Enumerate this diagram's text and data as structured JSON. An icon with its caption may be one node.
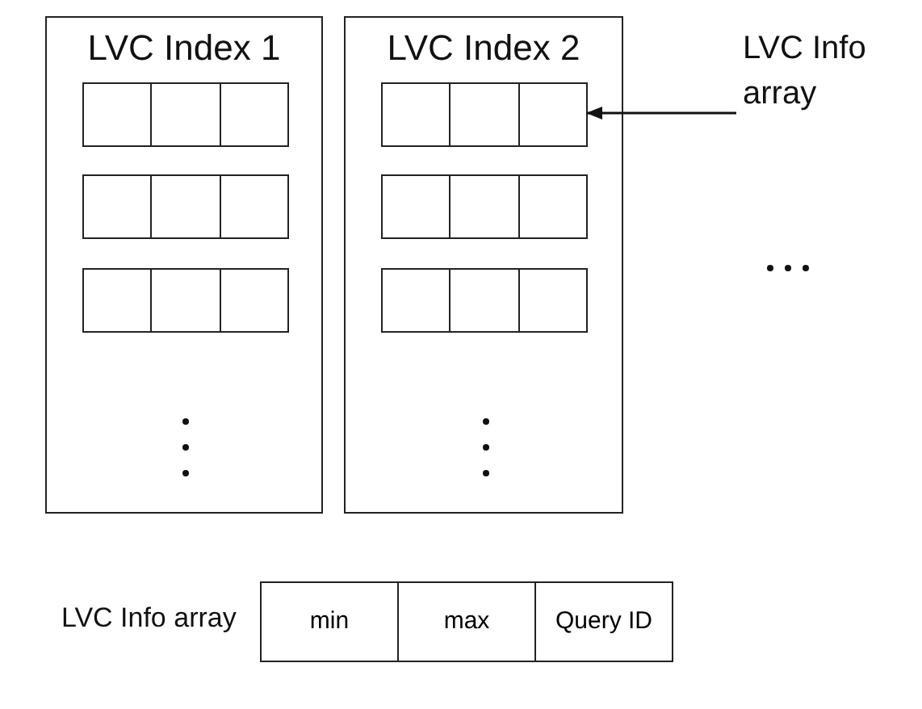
{
  "diagram": {
    "nodes": [
      {
        "text": [
          "LVC Index 1"
        ]
      },
      {
        "text": [],
        "shape": "box",
        "in": 0
      },
      {
        "text": [],
        "shape": "box",
        "in": 0
      },
      {
        "text": [],
        "shape": "box",
        "in": 0
      },
      {
        "text": [
          "LVC Index 2"
        ]
      },
      {
        "text": [],
        "shape": "box",
        "in": 4
      },
      {
        "text": [],
        "shape": "box",
        "in": 4
      },
      {
        "text": [],
        "shape": "box",
        "in": 4
      },
      {
        "text": [
          "LVC Info array"
        ]
      }
    ],
    "edges": [
      {
        "from": 8,
        "to": 5,
        "arrow": "to"
      }
    ],
    "labels": [
      "LVC Info array",
      "min",
      "max",
      "Query ID"
    ]
  }
}
